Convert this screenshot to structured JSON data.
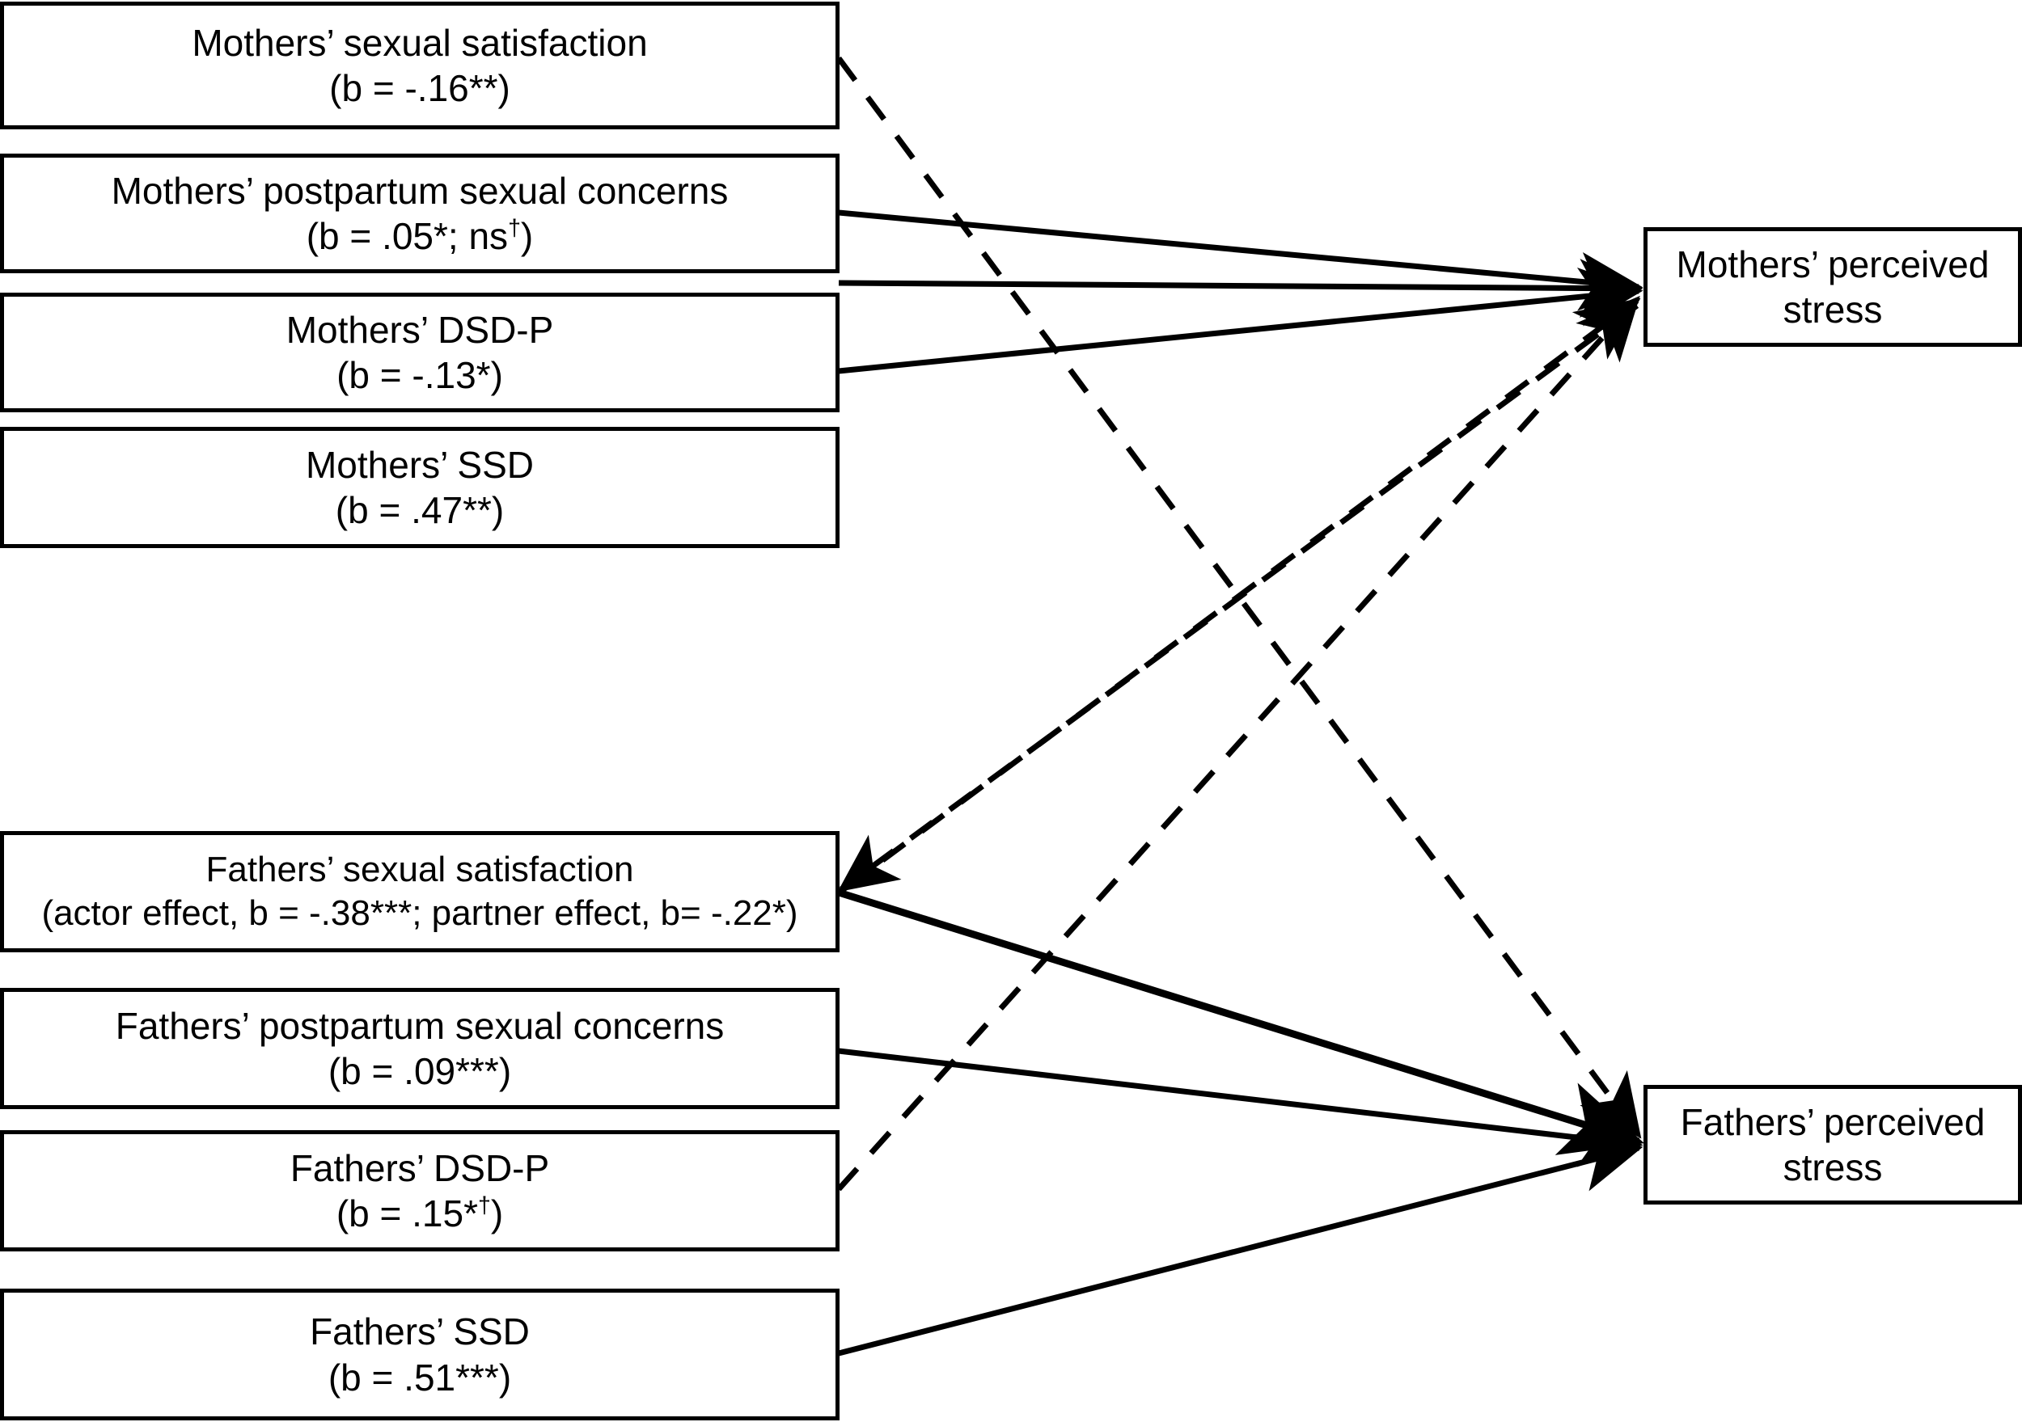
{
  "diagram": {
    "type": "path-model-diagram",
    "title": "",
    "predictors_mothers": [
      {
        "id": "mothers-sexual-satisfaction",
        "label": "Mothers’ sexual satisfaction",
        "coefficient": "(b = -.16**)"
      },
      {
        "id": "mothers-postpartum-sexual-concerns",
        "label": "Mothers’ postpartum sexual concerns",
        "coefficient": "(b = .05*; ns",
        "coefficient_sup": "†",
        "coefficient_tail": ")"
      },
      {
        "id": "mothers-dsd-p",
        "label": "Mothers’ DSD-P",
        "coefficient": "(b = -.13*)"
      },
      {
        "id": "mothers-ssd",
        "label": "Mothers’ SSD",
        "coefficient": "(b = .47**)"
      }
    ],
    "predictors_fathers": [
      {
        "id": "fathers-sexual-satisfaction",
        "label": "Fathers’ sexual satisfaction",
        "coefficient": "(actor effect, b = -.38***; partner effect, b= -.22*)"
      },
      {
        "id": "fathers-postpartum-sexual-concerns",
        "label": "Fathers’ postpartum sexual concerns",
        "coefficient": "(b = .09***)"
      },
      {
        "id": "fathers-dsd-p",
        "label": "Fathers’ DSD-P",
        "coefficient": "(b = .15*",
        "coefficient_sup": "†",
        "coefficient_tail": ")"
      },
      {
        "id": "fathers-ssd",
        "label": "Fathers’ SSD",
        "coefficient": "(b = .51***)"
      }
    ],
    "outcomes": [
      {
        "id": "mothers-perceived-stress",
        "line1": "Mothers’ perceived",
        "line2": "stress"
      },
      {
        "id": "fathers-perceived-stress",
        "line1": "Fathers’ perceived",
        "line2": "stress"
      }
    ],
    "colors": {
      "stroke": "#000000",
      "fill": "#ffffff",
      "text": "#000000"
    },
    "edges": [
      {
        "id": "edge-mothers-concerns-to-mothers-stress",
        "style": "solid",
        "from": "mothers-postpartum-sexual-concerns",
        "to": "mothers-perceived-stress"
      },
      {
        "id": "edge-mothers-dsdp-to-mothers-stress",
        "style": "solid",
        "from": "mothers-dsd-p",
        "to": "mothers-perceived-stress"
      },
      {
        "id": "edge-mothers-ssd-to-mothers-stress",
        "style": "solid",
        "from": "mothers-ssd",
        "to": "mothers-perceived-stress"
      },
      {
        "id": "edge-mothers-satisfaction-to-fathers-stress",
        "style": "dashed",
        "from": "mothers-sexual-satisfaction",
        "to": "fathers-perceived-stress"
      },
      {
        "id": "edge-fathers-satisfaction-to-fathers-stress",
        "style": "solid",
        "from": "fathers-sexual-satisfaction",
        "to": "fathers-perceived-stress"
      },
      {
        "id": "edge-fathers-concerns-to-fathers-stress",
        "style": "solid",
        "from": "fathers-postpartum-sexual-concerns",
        "to": "fathers-perceived-stress"
      },
      {
        "id": "edge-fathers-ssd-to-fathers-stress",
        "style": "solid",
        "from": "fathers-ssd",
        "to": "fathers-perceived-stress"
      },
      {
        "id": "edge-fathers-dsdp-to-mothers-stress",
        "style": "dashed",
        "from": "fathers-dsd-p",
        "to": "mothers-perceived-stress"
      },
      {
        "id": "edge-fathers-satisfaction-to-mothers-stress",
        "style": "dashed",
        "from": "fathers-sexual-satisfaction",
        "to": "mothers-perceived-stress"
      },
      {
        "id": "edge-mothers-stress-to-fathers-satisfaction",
        "style": "dashed",
        "from": "mothers-perceived-stress",
        "to": "fathers-sexual-satisfaction"
      }
    ]
  }
}
